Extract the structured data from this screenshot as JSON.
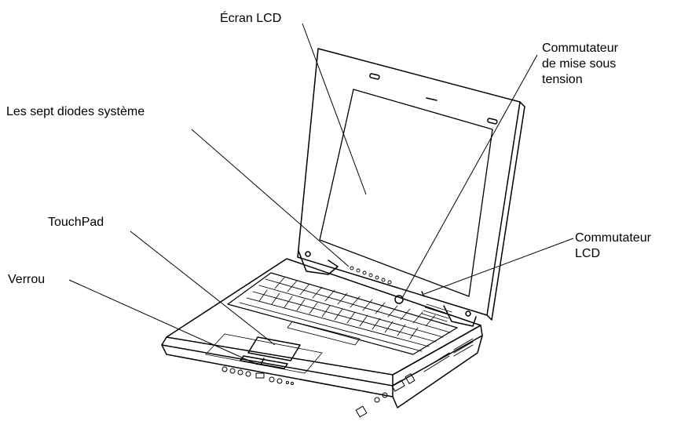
{
  "labels": {
    "lcd_screen": "Écran LCD",
    "power_switch": [
      "Commutateur",
      "de mise sous",
      "tension"
    ],
    "system_leds": "Les sept diodes système",
    "touchpad": "TouchPad",
    "lcd_switch": [
      "Commutateur",
      "LCD"
    ],
    "latch": "Verrou"
  },
  "colors": {
    "line": "#000000",
    "background": "#ffffff"
  }
}
